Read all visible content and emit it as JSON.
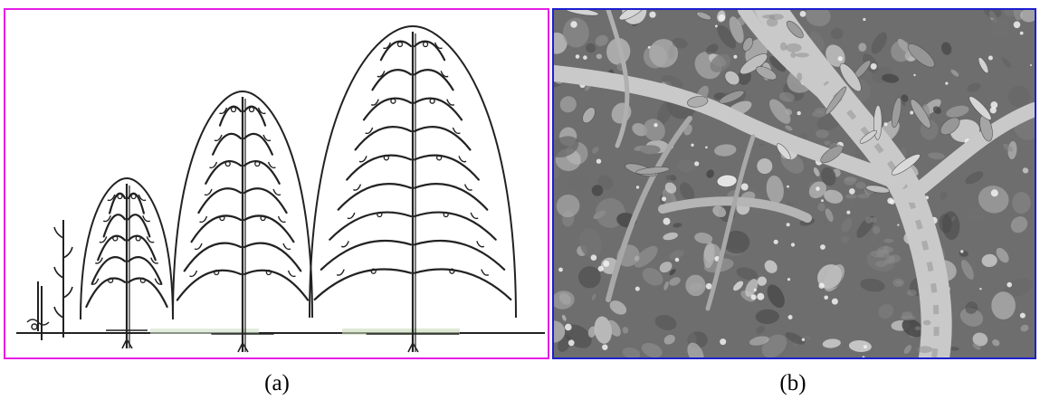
{
  "figure": {
    "panels": [
      {
        "id": "a",
        "caption": "(a)",
        "content": "line-drawing",
        "frame_color": "#e61ee6",
        "trees": [
          {
            "stage": 1
          },
          {
            "stage": 2
          },
          {
            "stage": 3
          },
          {
            "stage": 4
          },
          {
            "stage": 5
          }
        ]
      },
      {
        "id": "b",
        "caption": "(b)",
        "content": "grayscale-photo",
        "frame_color": "#1e1ed2"
      }
    ]
  }
}
